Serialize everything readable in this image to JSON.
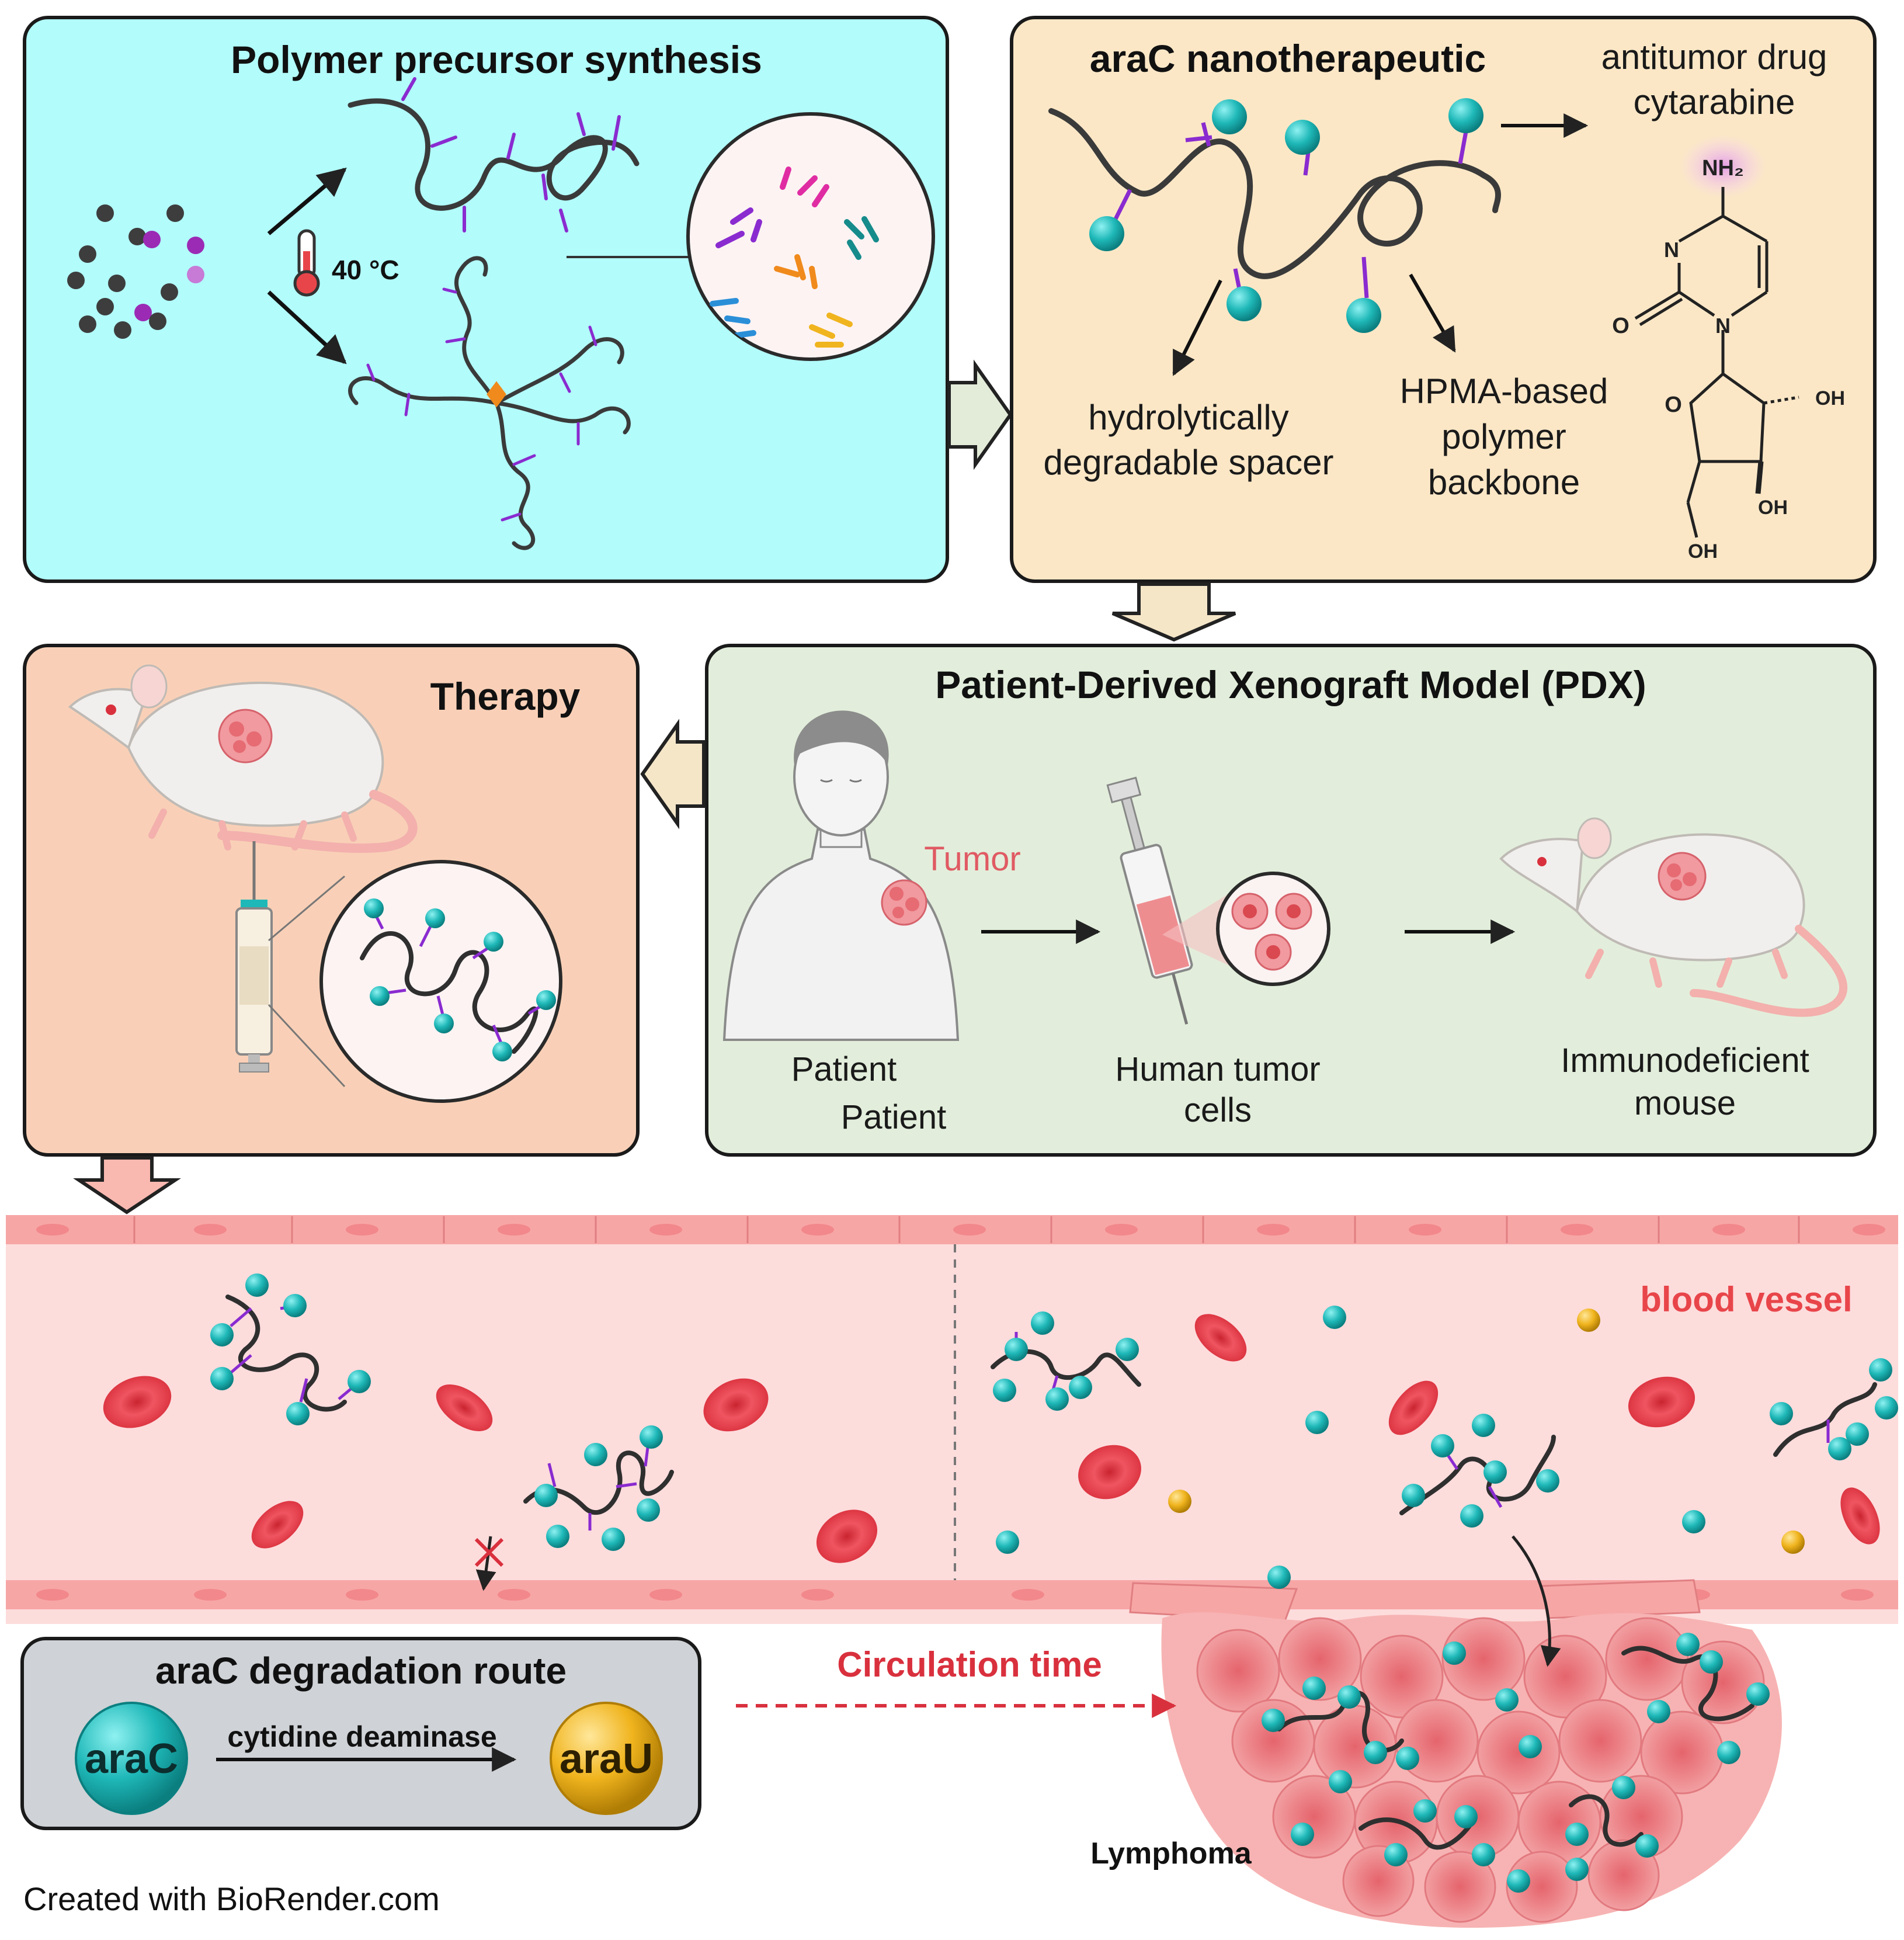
{
  "colors": {
    "panel_synthesis": "#b2fcfb",
    "panel_nanotherapeutic": "#fbe7c6",
    "panel_pdx": "#e2eedb",
    "panel_therapy": "#f9d0b7",
    "panel_degradation": "#cfd2d6",
    "vessel_lumen": "#fddcdc",
    "vessel_wall": "#f7a6a6",
    "drug_particle": "#1fb8b8",
    "metabolite_particle": "#f0b41e",
    "polymer_chain": "#2f2f2f",
    "spacer": "#8a2bd0",
    "circulation_arrow": "#d9303d",
    "rbc": "#e43c47"
  },
  "icons": {
    "thermometer": "thermometer-icon",
    "patient": "patient-silhouette-icon",
    "syringe": "syringe-icon",
    "mouse": "mouse-icon",
    "tumor": "tumor-icon"
  },
  "synthesis": {
    "title": "Polymer precursor synthesis",
    "temperature": "40 °C"
  },
  "nanotherapeutic": {
    "title": "araC nanotherapeutic",
    "drug_label_line1": "antitumor drug",
    "drug_label_line2": "cytarabine",
    "spacer_label_line1": "hydrolytically",
    "spacer_label_line2": "degradable spacer",
    "backbone_label_line1": "HPMA-based",
    "backbone_label_line2": "polymer",
    "backbone_label_line3": "backbone",
    "chem_nh2": "NH₂",
    "chem_n1": "N",
    "chem_n2": "N",
    "chem_o_carbonyl": "O",
    "chem_o_ring": "O",
    "chem_oh1": "OH",
    "chem_oh2": "OH",
    "chem_oh3": "OH"
  },
  "pdx": {
    "title": "Patient-Derived Xenograft Model (PDX)",
    "tumor_label": "Tumor",
    "patient_label_1": "Patient",
    "patient_label_2": "Patient",
    "cells_label_line1": "Human tumor",
    "cells_label_line2": "cells",
    "mouse_label_line1": "Immunodeficient",
    "mouse_label_line2": "mouse"
  },
  "therapy": {
    "title": "Therapy"
  },
  "vessel": {
    "label": "blood vessel",
    "circulation_label": "Circulation time",
    "lymphoma_label": "Lymphoma"
  },
  "degradation": {
    "title": "araC degradation route",
    "enzyme_label": "cytidine deaminase",
    "from_label": "araC",
    "to_label": "araU"
  },
  "footer": {
    "credit": "Created with BioRender.com"
  }
}
